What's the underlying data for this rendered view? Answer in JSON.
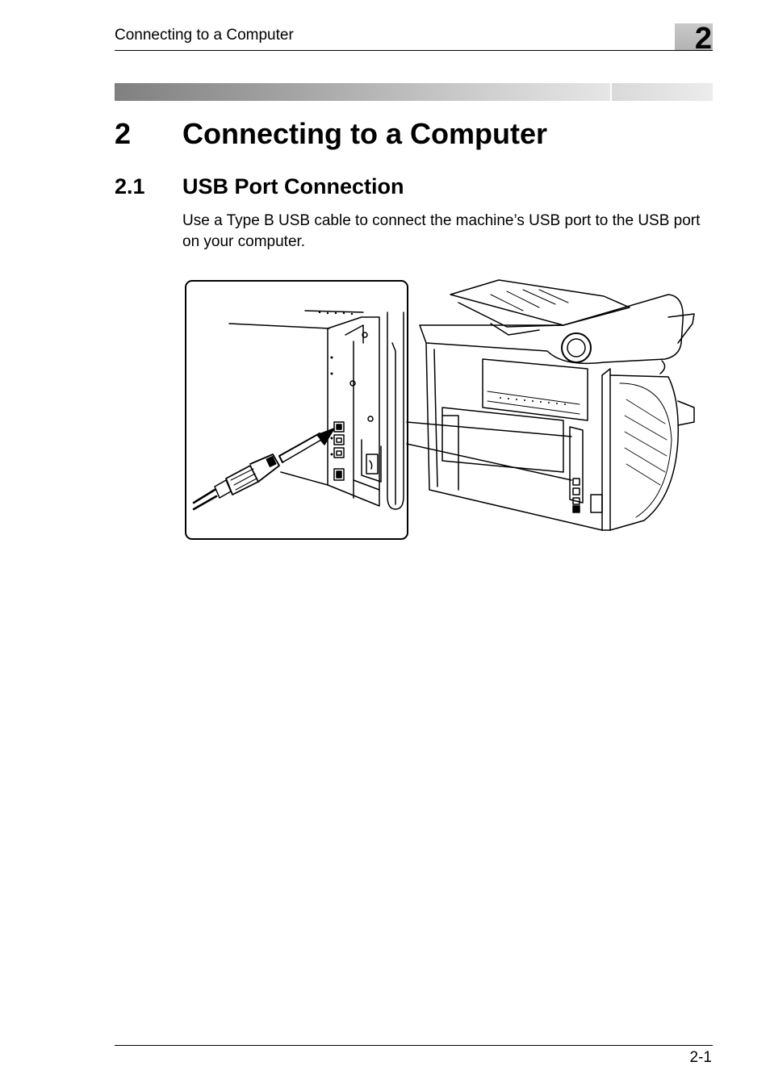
{
  "header": {
    "running_title": "Connecting to a Computer",
    "chapter_tab": "2"
  },
  "chapter": {
    "number": "2",
    "title": "Connecting to a Computer"
  },
  "section": {
    "number": "2.1",
    "title": "USB Port Connection",
    "body": "Use a Type B USB cable to connect the machine’s USB port to the USB port on your computer."
  },
  "footer": {
    "page_number": "2-1"
  }
}
